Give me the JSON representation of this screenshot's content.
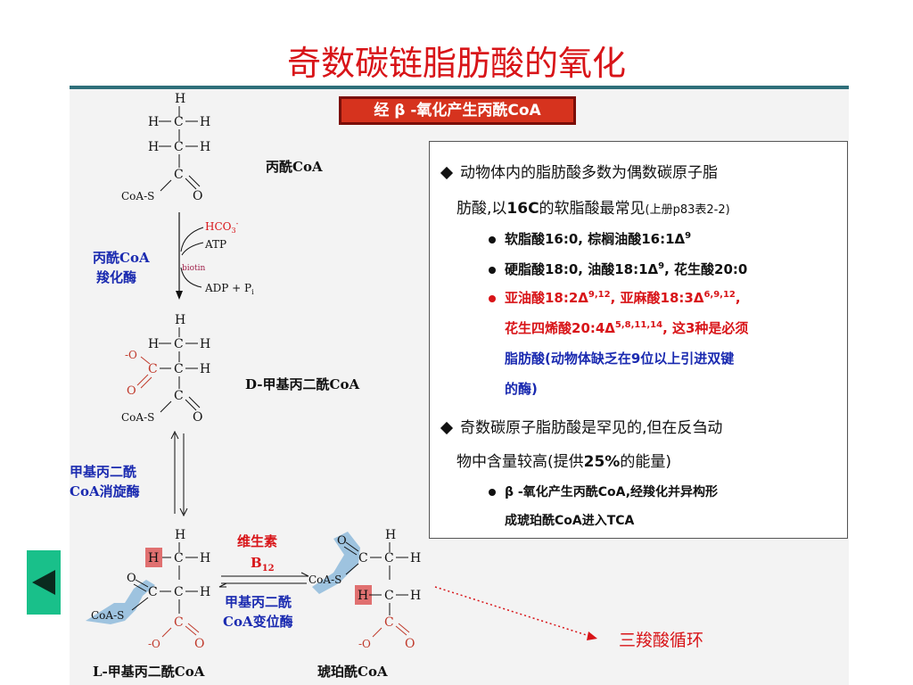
{
  "title": "奇数碳链脂肪酸的氧化",
  "banner": "经 β -氧化产生丙酰CoA",
  "diagram": {
    "H": "H",
    "C": "C",
    "O": "O",
    "O_minus": "-O",
    "bond_single": "—",
    "CoA_S": "CoA-S",
    "propionyl_label": "丙酰CoA",
    "enzyme1_line1": "丙酰CoA",
    "enzyme1_line2": "羧化酶",
    "hco3": "HCO",
    "hco3_sub": "3",
    "hco3_sup": "-",
    "atp": "ATP",
    "biotin": "biotin",
    "adp": "ADP + P",
    "adp_sub": "i",
    "d_label": "D-甲基丙二酰CoA",
    "enzyme2_line1": "甲基丙二酰",
    "enzyme2_line2": "CoA消旋酶",
    "vitamin_line1": "维生素",
    "vitamin_b": "B",
    "vitamin_sub": "12",
    "enzyme3_line1": "甲基丙二酰",
    "enzyme3_line2": "CoA变位酶",
    "l_label": "L-甲基丙二酰CoA",
    "succinyl_label": "琥珀酰CoA",
    "tca_label": "三羧酸循环"
  },
  "info": {
    "p1": "动物体内的脂肪酸多数为偶数碳原子脂",
    "p1b_a": "肪酸,以",
    "p1b_b": "16C",
    "p1b_c": "的软脂酸最常见",
    "p1b_ref": "(上册p83表2-2)",
    "b1": "软脂酸16:0, 棕榈油酸16:1Δ",
    "b1_sup": "9",
    "b2a": "硬脂酸18:0, 油酸18:1Δ",
    "b2_sup": "9",
    "b2b": ", 花生酸20:0",
    "b3a": "亚油酸18:2Δ",
    "b3_sup1": "9,12",
    "b3b": ", 亚麻酸18:3Δ",
    "b3_sup2": "6,9,12",
    "b3c": ",",
    "b4a": "花生四烯酸20:4Δ",
    "b4_sup": "5,8,11,14",
    "b4b": ", 这3种是必须",
    "b5": "脂肪酸(动物体缺乏在9位以上引进双键",
    "b6": "的酶)",
    "p2": "奇数碳原子脂肪酸是罕见的,但在反刍动",
    "p2b_a": "物中含量较高(提供",
    "p2b_b": "25%",
    "p2b_c": "的能量)",
    "b7": "β -氧化产生丙酰CoA,经羧化并异构形",
    "b8": "成琥珀酰CoA进入TCA"
  },
  "colors": {
    "title": "#d81418",
    "blue": "#1a2ab0",
    "highlight_blue": "#9ec3df",
    "highlight_red": "#e07070",
    "nav": "#19c08a"
  },
  "nav": {
    "icon": "left-triangle-icon"
  }
}
